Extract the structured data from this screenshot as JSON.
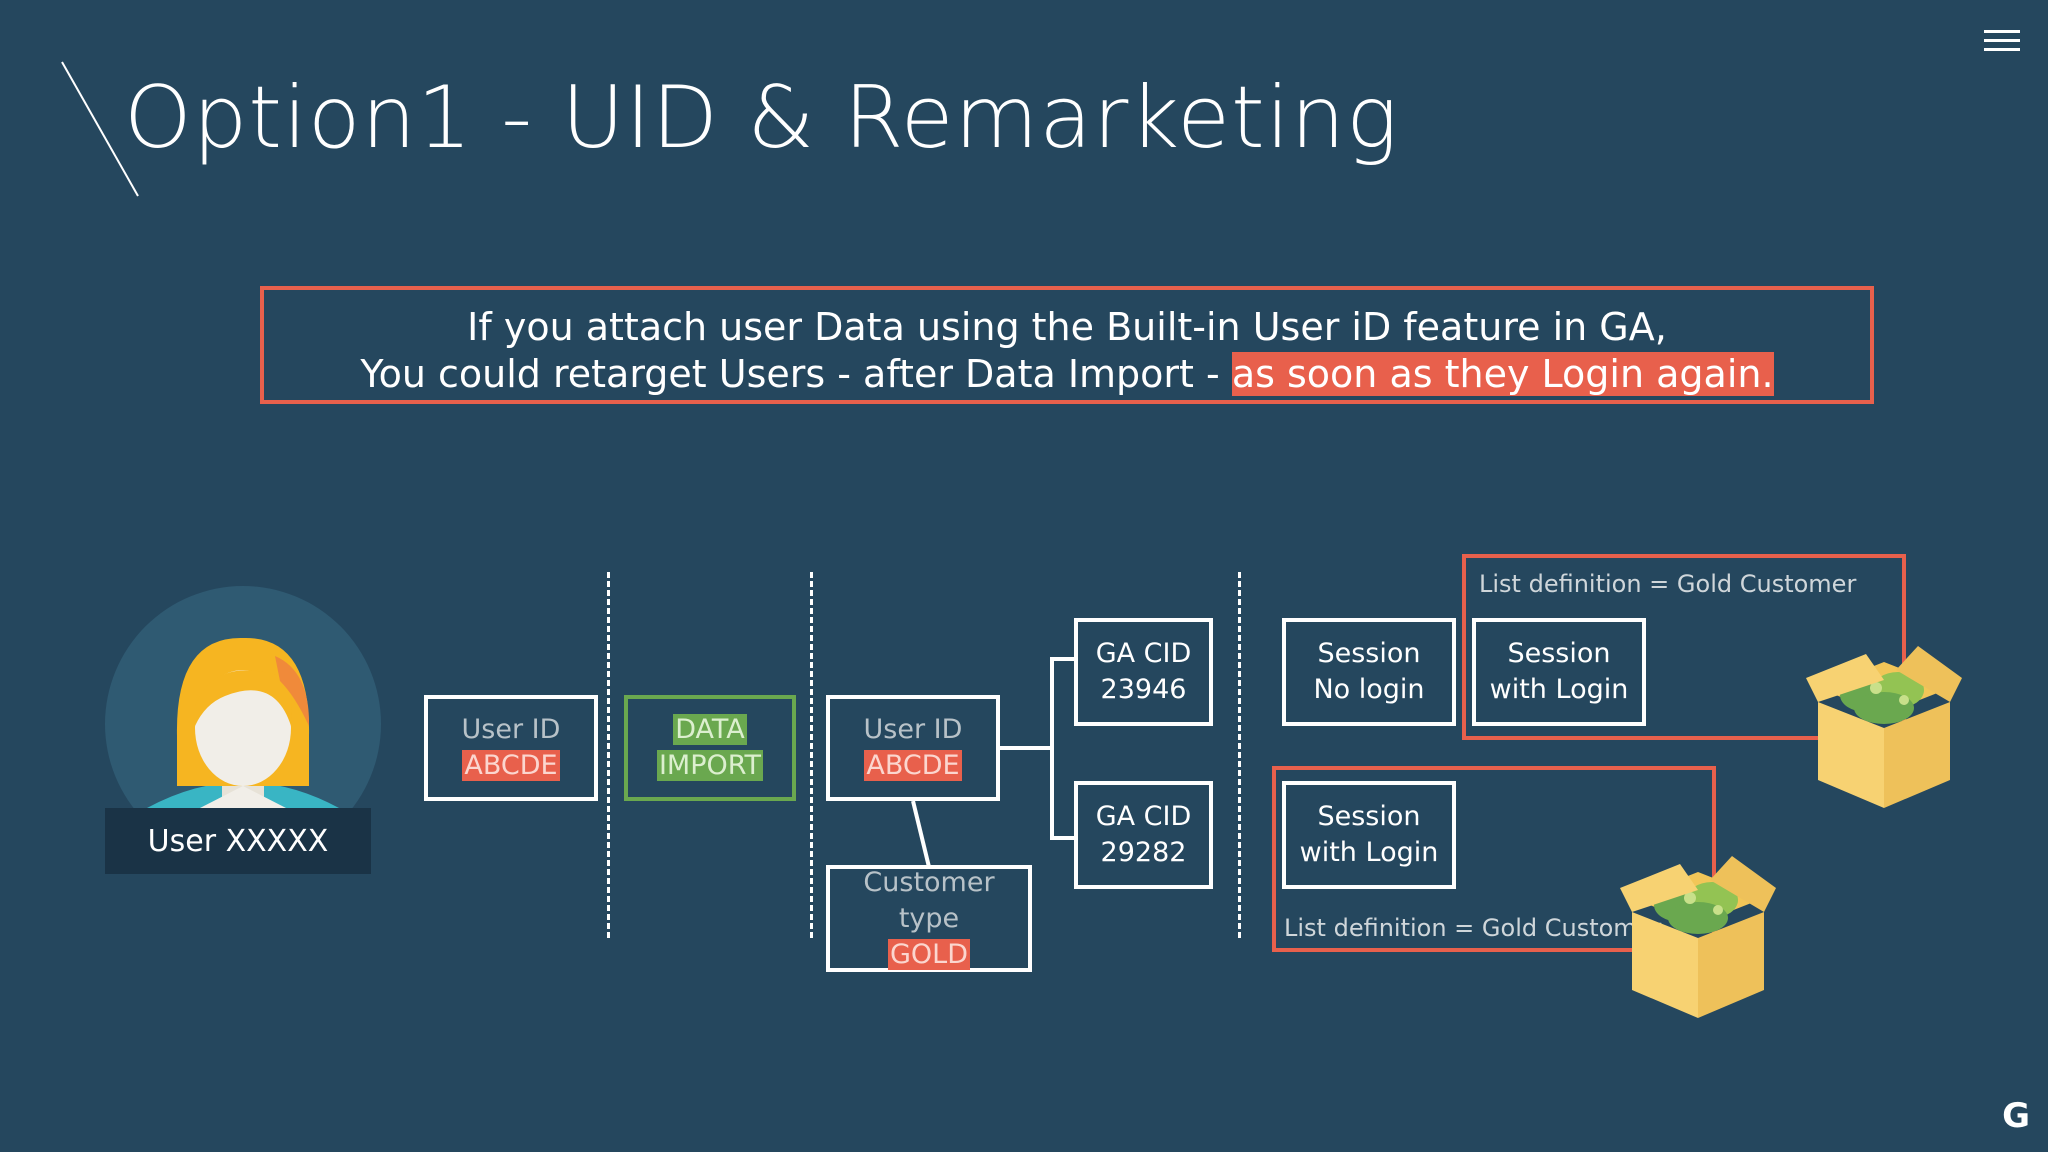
{
  "slide": {
    "title": "Option1 - UID & Remarketing",
    "callout_line1": "If you attach user Data using the Built-in User iD feature in GA,",
    "callout_line2_prefix": "You could retarget Users - after Data Import - ",
    "callout_line2_highlight": "as soon as they Login again."
  },
  "user": {
    "label": "User XXXXX"
  },
  "boxes": {
    "user_id_1": {
      "label": "User ID",
      "tag": "ABCDE"
    },
    "data_import": {
      "line1": "DATA",
      "line2": "IMPORT"
    },
    "user_id_2": {
      "label": "User ID",
      "tag": "ABCDE"
    },
    "customer_type": {
      "label": "Customer type",
      "tag": "GOLD"
    },
    "ga_cid_1": {
      "label": "GA CID",
      "value": "23946"
    },
    "ga_cid_2": {
      "label": "GA CID",
      "value": "29282"
    },
    "session_no_login": {
      "line1": "Session",
      "line2": "No login"
    },
    "session_login_1": {
      "line1": "Session",
      "line2": "with Login"
    },
    "session_login_2": {
      "line1": "Session",
      "line2": "with Login"
    }
  },
  "lists": {
    "top": "List definition = Gold Customer",
    "bottom": "List definition = Gold Customer"
  },
  "colors": {
    "background": "#25475e",
    "accent_red": "#e8604c",
    "accent_green": "#6aa84f"
  },
  "icons": {
    "menu": "hamburger-icon",
    "logo": "g-logo-icon",
    "box": "gift-box-icon",
    "avatar": "user-avatar-icon"
  },
  "logo_text": "G"
}
